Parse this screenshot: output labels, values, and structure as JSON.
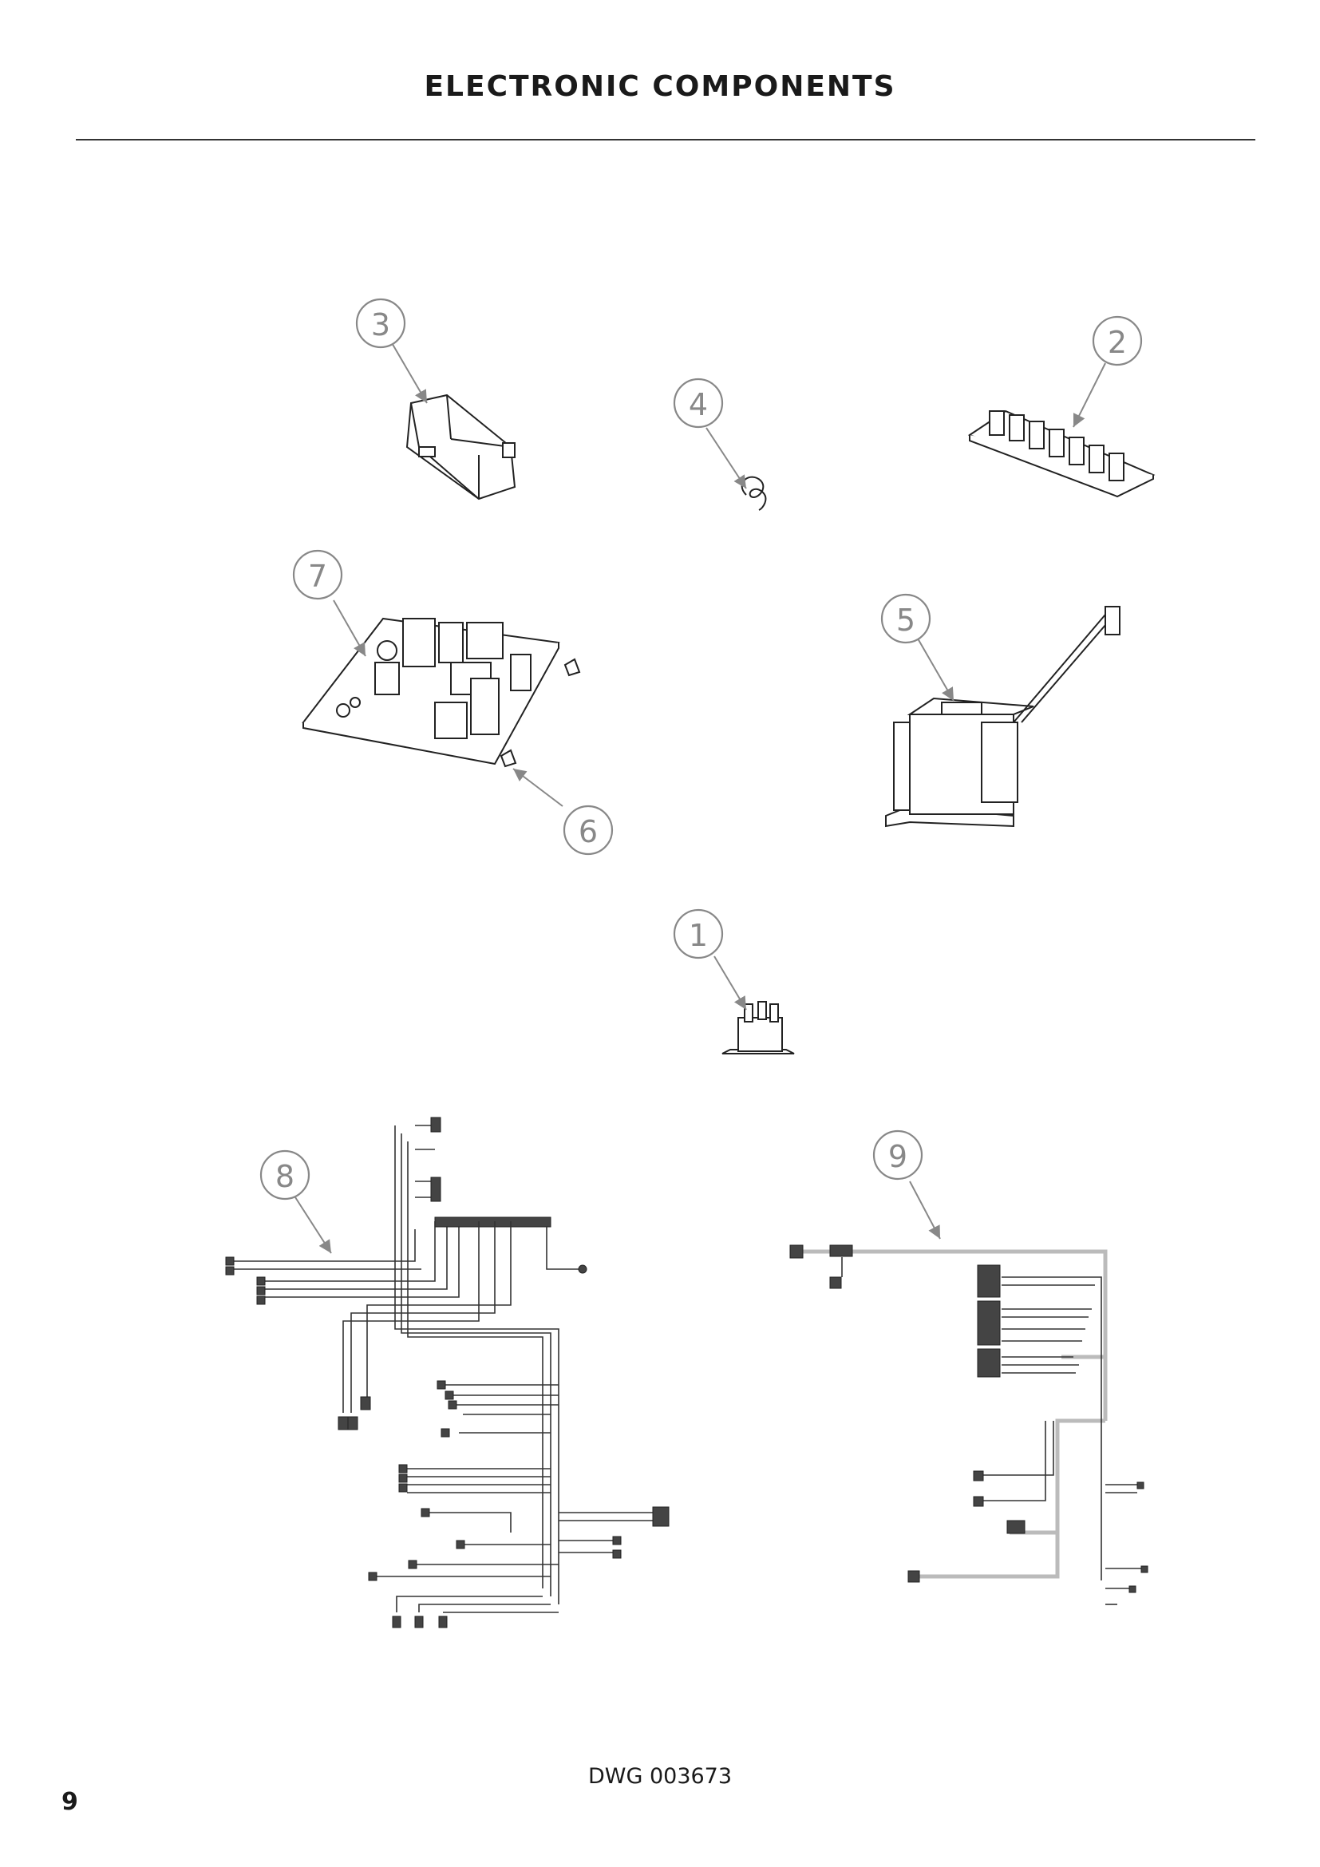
{
  "page": {
    "title": "ELECTRONIC COMPONENTS",
    "drawing_number": "DWG 003673",
    "page_number": "9"
  },
  "callouts": [
    {
      "id": "1",
      "label": "1"
    },
    {
      "id": "2",
      "label": "2"
    },
    {
      "id": "3",
      "label": "3"
    },
    {
      "id": "4",
      "label": "4"
    },
    {
      "id": "5",
      "label": "5"
    },
    {
      "id": "6",
      "label": "6"
    },
    {
      "id": "7",
      "label": "7"
    },
    {
      "id": "8",
      "label": "8"
    },
    {
      "id": "9",
      "label": "9"
    }
  ]
}
